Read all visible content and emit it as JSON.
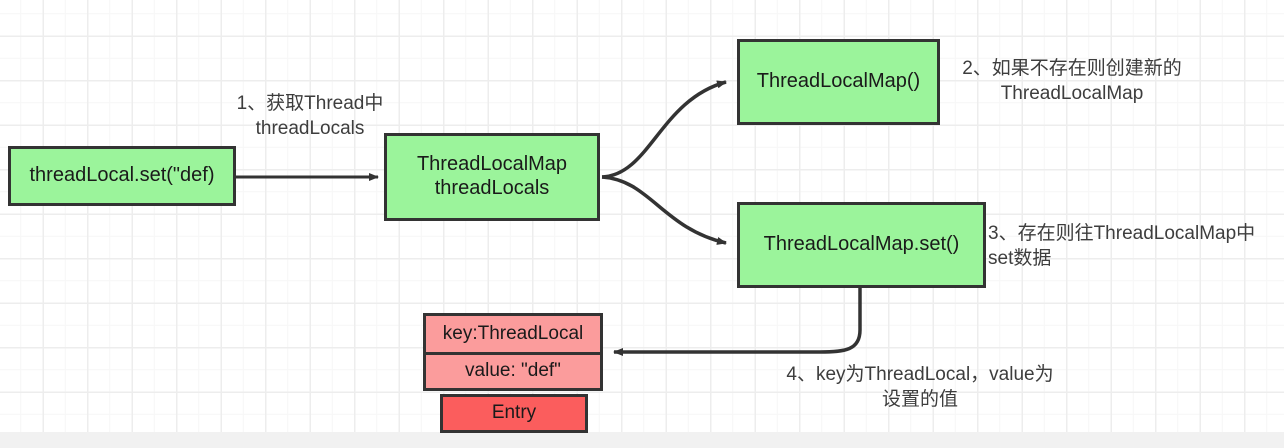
{
  "diagram": {
    "title_present": false,
    "colors": {
      "node_green": "#9BF49B",
      "entry_pink": "#FB9C9C",
      "entry_red": "#FB5D5D",
      "border": "#333333",
      "edge": "#333333",
      "grid_line": "#ededed",
      "canvas": "#ffffff",
      "note_text": "#3d3d3d"
    },
    "nodes": [
      {
        "id": "threadlocal-set",
        "label": "threadLocal.set(\"def)",
        "kind": "green"
      },
      {
        "id": "threadlocalmap-threadlocals",
        "label": "ThreadLocalMap\nthreadLocals",
        "kind": "green"
      },
      {
        "id": "threadlocalmap-ctor",
        "label": "ThreadLocalMap()",
        "kind": "green"
      },
      {
        "id": "threadlocalmap-set",
        "label": "ThreadLocalMap.set()",
        "kind": "green"
      },
      {
        "id": "entry-key",
        "label": "key:ThreadLocal",
        "kind": "pink"
      },
      {
        "id": "entry-value",
        "label": "value: \"def\"",
        "kind": "pink"
      },
      {
        "id": "entry-title",
        "label": "Entry",
        "kind": "red"
      }
    ],
    "edge_labels": [
      {
        "id": "note-1",
        "text": "1、获取Thread中\nthreadLocals"
      },
      {
        "id": "note-2",
        "text": "2、如果不存在则创建新的\nThreadLocalMap"
      },
      {
        "id": "note-3",
        "text": "3、存在则往ThreadLocalMap中\nset数据"
      },
      {
        "id": "note-4",
        "text": "4、key为ThreadLocal，value为\n设置的值"
      }
    ],
    "edges": [
      {
        "from": "threadlocal-set",
        "to": "threadlocalmap-threadlocals",
        "style": "straight-arrow"
      },
      {
        "from": "threadlocalmap-threadlocals",
        "to": "threadlocalmap-ctor",
        "style": "curved-arrow"
      },
      {
        "from": "threadlocalmap-threadlocals",
        "to": "threadlocalmap-set",
        "style": "curved-arrow"
      },
      {
        "from": "threadlocalmap-set",
        "to": "entry-key",
        "style": "curved-arrow"
      }
    ]
  }
}
